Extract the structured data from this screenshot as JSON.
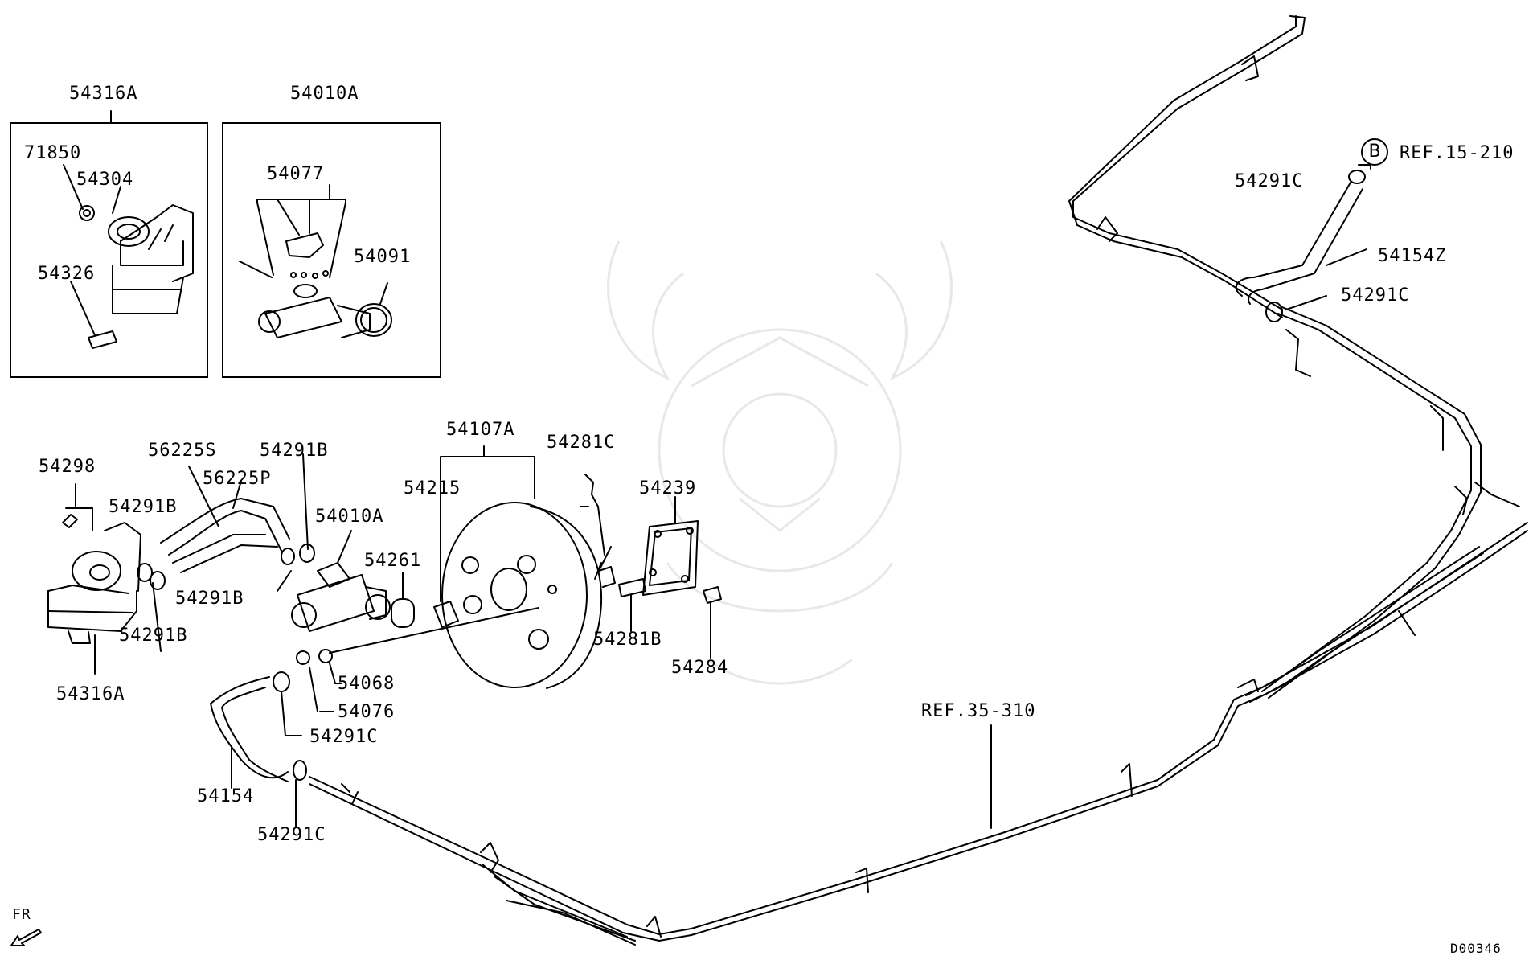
{
  "labels": {
    "box1_title": "54316A",
    "box2_title": "54010A",
    "b1_71850": "71850",
    "b1_54304": "54304",
    "b1_54326": "54326",
    "b2_54077": "54077",
    "b2_54091": "54091",
    "p54298": "54298",
    "p56225S": "56225S",
    "p54291B_top": "54291B",
    "p56225P": "56225P",
    "p54291B_left": "54291B",
    "p54010A": "54010A",
    "p54291B_mid": "54291B",
    "p54291B_low": "54291B",
    "p54316A": "54316A",
    "p54107A": "54107A",
    "p54281C": "54281C",
    "p54215": "54215",
    "p54239": "54239",
    "p54261": "54261",
    "p54281B": "54281B",
    "p54284": "54284",
    "p54068": "54068",
    "p54076": "54076",
    "p54291C_a": "54291C",
    "p54154": "54154",
    "p54291C_b": "54291C",
    "ref35": "REF.35-310",
    "p54291C_top": "54291C",
    "p54154Z": "54154Z",
    "p54291C_r": "54291C",
    "ref15": "REF.15-210",
    "circle_b": "B",
    "fr": "FR",
    "code": "D00346"
  },
  "colors": {
    "line": "#000000",
    "background": "#ffffff",
    "watermark": "#e6e6e6"
  },
  "icons": {
    "direction": "arrow-down-left-icon"
  }
}
